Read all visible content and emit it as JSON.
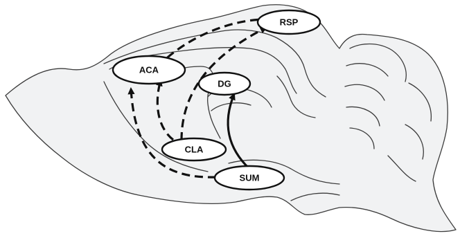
{
  "nodes": {
    "rsp": "RSP",
    "aca": "ACA",
    "dg": "DG",
    "cla": "CLA",
    "sum": "SUM"
  },
  "colors": {
    "tissue_fill": "#f1f2f3",
    "outline": "#3c3c3c",
    "arrow": "#111111",
    "node_fill": "#ffffff"
  },
  "connections": [
    {
      "from": "RSP",
      "to": "ACA",
      "style": "dashed"
    },
    {
      "from": "CLA",
      "to": "RSP",
      "style": "dashed"
    },
    {
      "from": "CLA",
      "to": "ACA",
      "style": "dashed"
    },
    {
      "from": "SUM",
      "to": "ACA",
      "style": "dashed"
    },
    {
      "from": "SUM",
      "to": "DG",
      "style": "solid"
    }
  ]
}
